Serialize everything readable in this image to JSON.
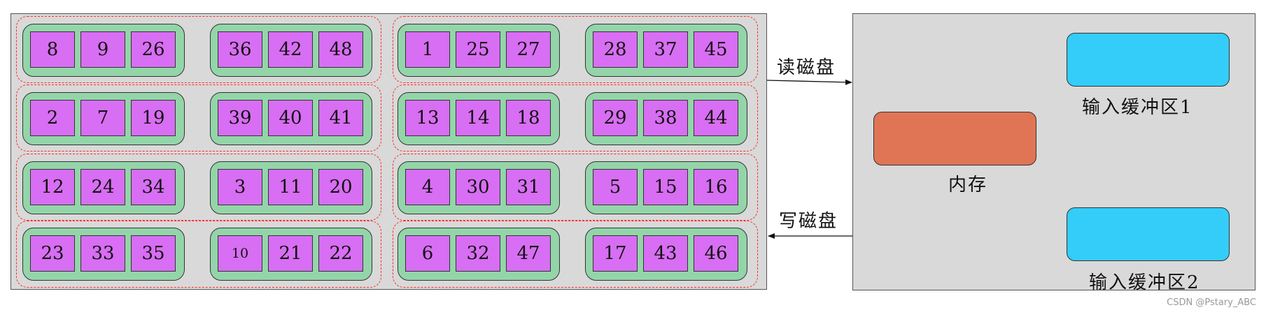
{
  "disk": {
    "rows": [
      {
        "blocks": [
          [
            "8",
            "9",
            "26"
          ],
          [
            "36",
            "42",
            "48"
          ],
          [
            "1",
            "25",
            "27"
          ],
          [
            "28",
            "37",
            "45"
          ]
        ]
      },
      {
        "blocks": [
          [
            "2",
            "7",
            "19"
          ],
          [
            "39",
            "40",
            "41"
          ],
          [
            "13",
            "14",
            "18"
          ],
          [
            "29",
            "38",
            "44"
          ]
        ]
      },
      {
        "blocks": [
          [
            "12",
            "24",
            "34"
          ],
          [
            "3",
            "11",
            "20"
          ],
          [
            "4",
            "30",
            "31"
          ],
          [
            "5",
            "15",
            "16"
          ]
        ]
      },
      {
        "blocks": [
          [
            "23",
            "33",
            "35"
          ],
          [
            "10",
            "21",
            "22"
          ],
          [
            "6",
            "32",
            "47"
          ],
          [
            "17",
            "43",
            "46"
          ]
        ]
      }
    ]
  },
  "arrows": {
    "read_label": "读磁盘",
    "write_label": "写磁盘"
  },
  "memory": {
    "memory_label": "内存",
    "buffer1_label": "输入缓冲区1",
    "buffer2_label": "输入缓冲区2"
  },
  "colors": {
    "disk_bg": "#d9d9d9",
    "block": "#93d5a9",
    "cell": "#d86ef3",
    "run_border": "#ff2a2a",
    "memory": "#e07555",
    "buffer": "#34cdf9"
  },
  "watermark": "CSDN @Pstary_ABC"
}
